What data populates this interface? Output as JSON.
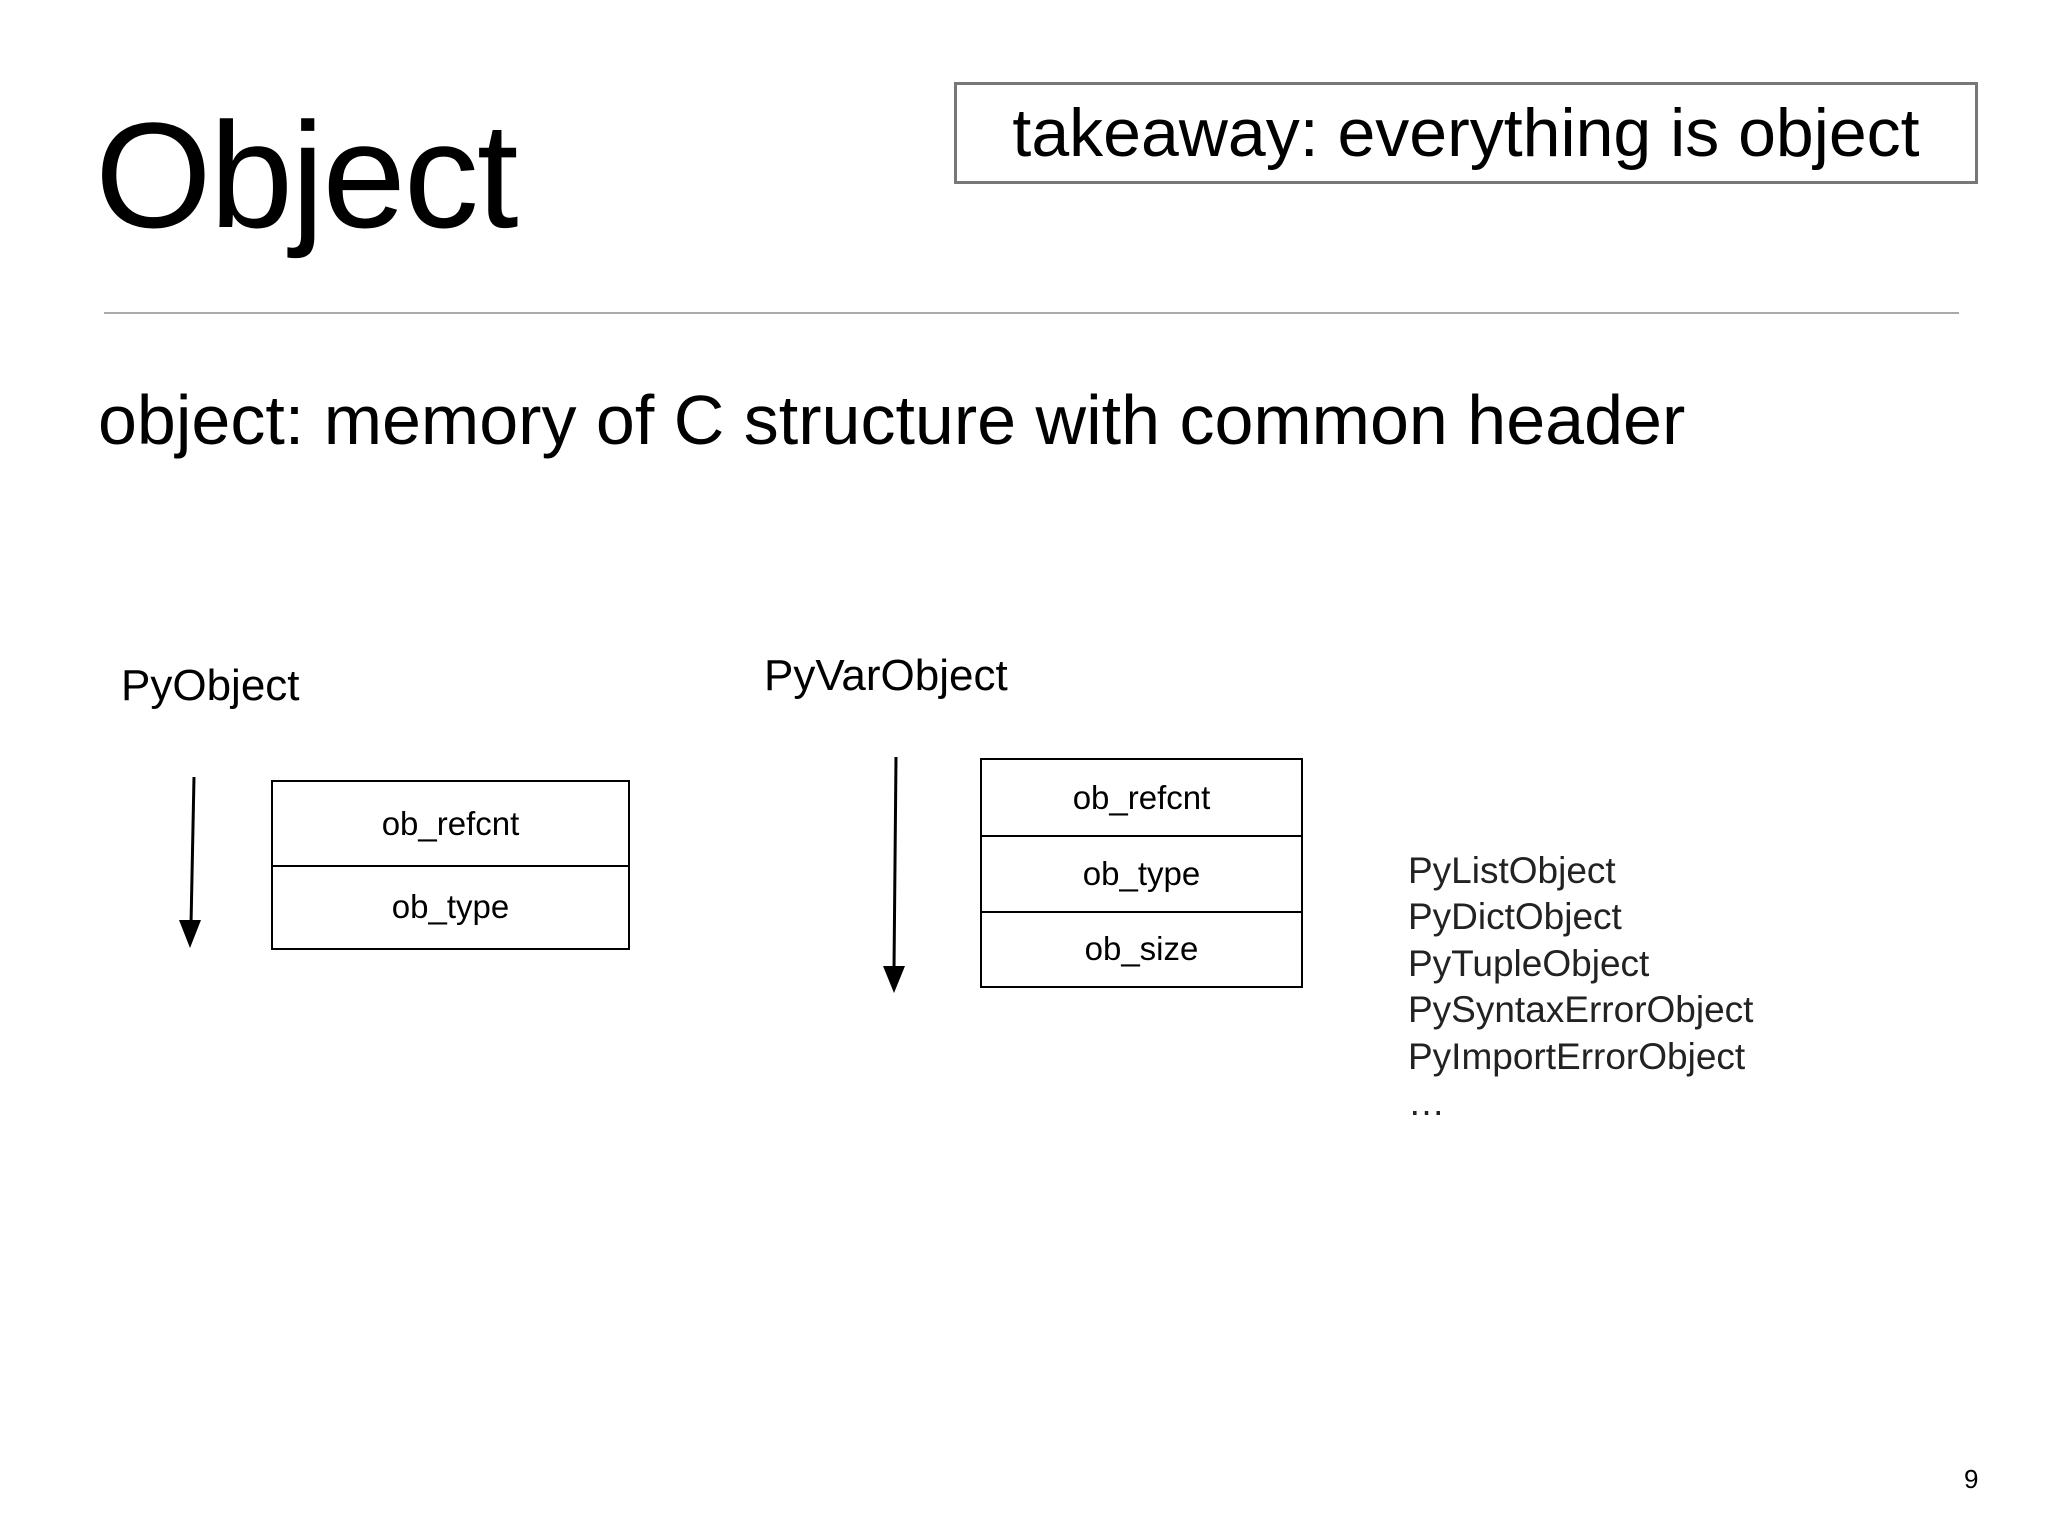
{
  "slide": {
    "title": "Object",
    "takeaway": "takeaway: everything is object",
    "subtitle": "object: memory of C structure with common header",
    "page_number": "9"
  },
  "pyobject": {
    "label": "PyObject",
    "fields": [
      "ob_refcnt",
      "ob_type"
    ]
  },
  "pyvarobject": {
    "label": "PyVarObject",
    "fields": [
      "ob_refcnt",
      "ob_type",
      "ob_size"
    ]
  },
  "object_types": [
    "PyListObject",
    "PyDictObject",
    "PyTupleObject",
    "PySyntaxErrorObject",
    "PyImportErrorObject",
    "…"
  ]
}
